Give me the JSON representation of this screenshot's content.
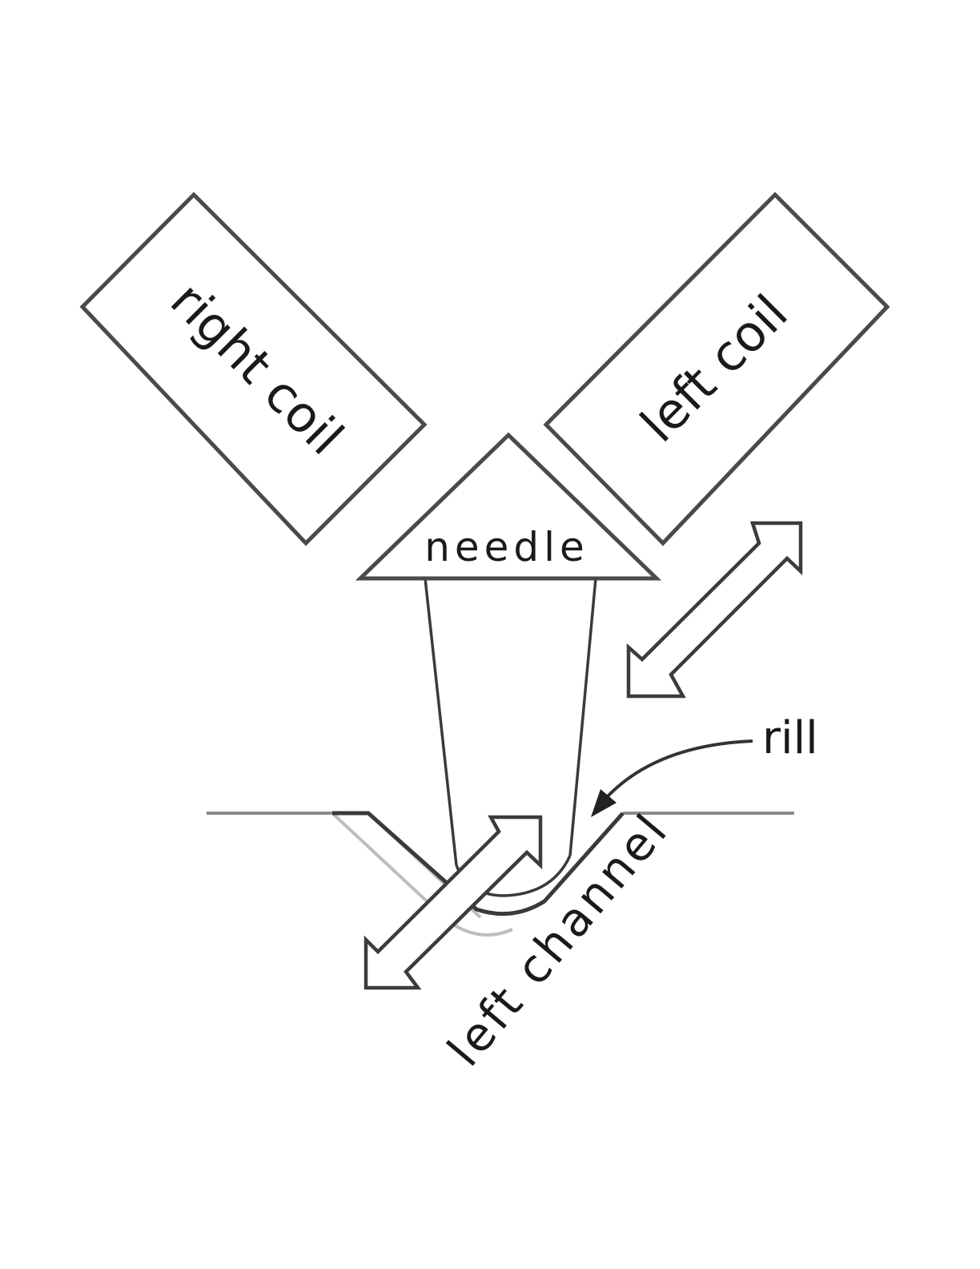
{
  "labels": {
    "right_coil": "right coil",
    "left_coil": "left coil",
    "needle": "needle",
    "rill": "rill",
    "left_channel": "left channel"
  }
}
